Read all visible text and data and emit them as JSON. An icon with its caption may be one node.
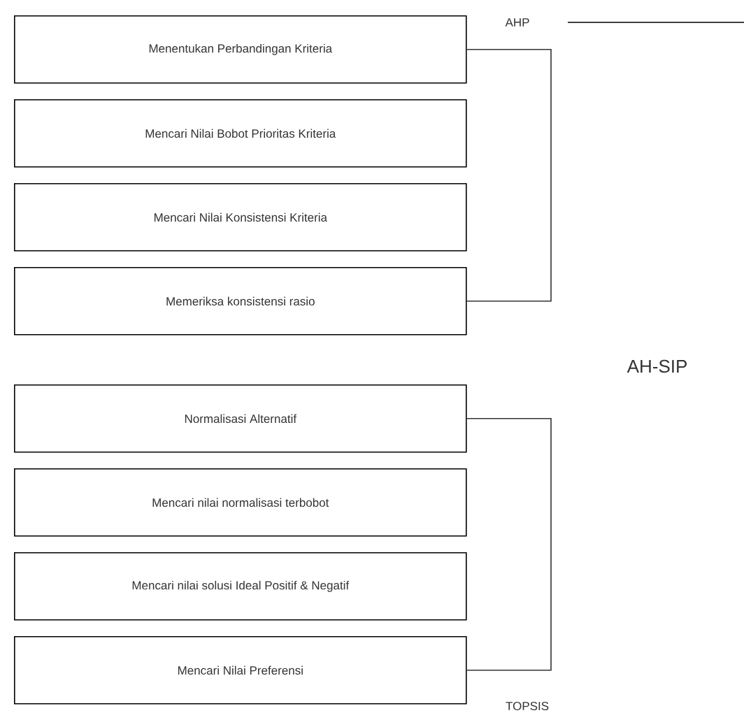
{
  "diagram": {
    "nodes": [
      {
        "text": [
          "Menentukan Perbandingan Kriteria"
        ]
      },
      {
        "text": [
          "Mencari Nilai Bobot Prioritas Kriteria"
        ]
      },
      {
        "text": [
          "Mencari Nilai Konsistensi Kriteria"
        ]
      },
      {
        "text": [
          "Memeriksa konsistensi rasio"
        ]
      },
      {
        "text": [
          "Normalisasi Alternatif"
        ]
      },
      {
        "text": [
          "Mencari nilai normalisasi terbobot"
        ]
      },
      {
        "text": [
          "Mencari nilai solusi Ideal Positif & Negatif"
        ]
      },
      {
        "text": [
          "Mencari Nilai Preferensi"
        ]
      }
    ],
    "edges": [
      {
        "from": 0,
        "to": 3,
        "arrow": "none"
      },
      {
        "from": 4,
        "to": 7,
        "arrow": "none"
      }
    ],
    "labels": [
      "AHP",
      "AH-SIP",
      "TOPSIS"
    ]
  }
}
